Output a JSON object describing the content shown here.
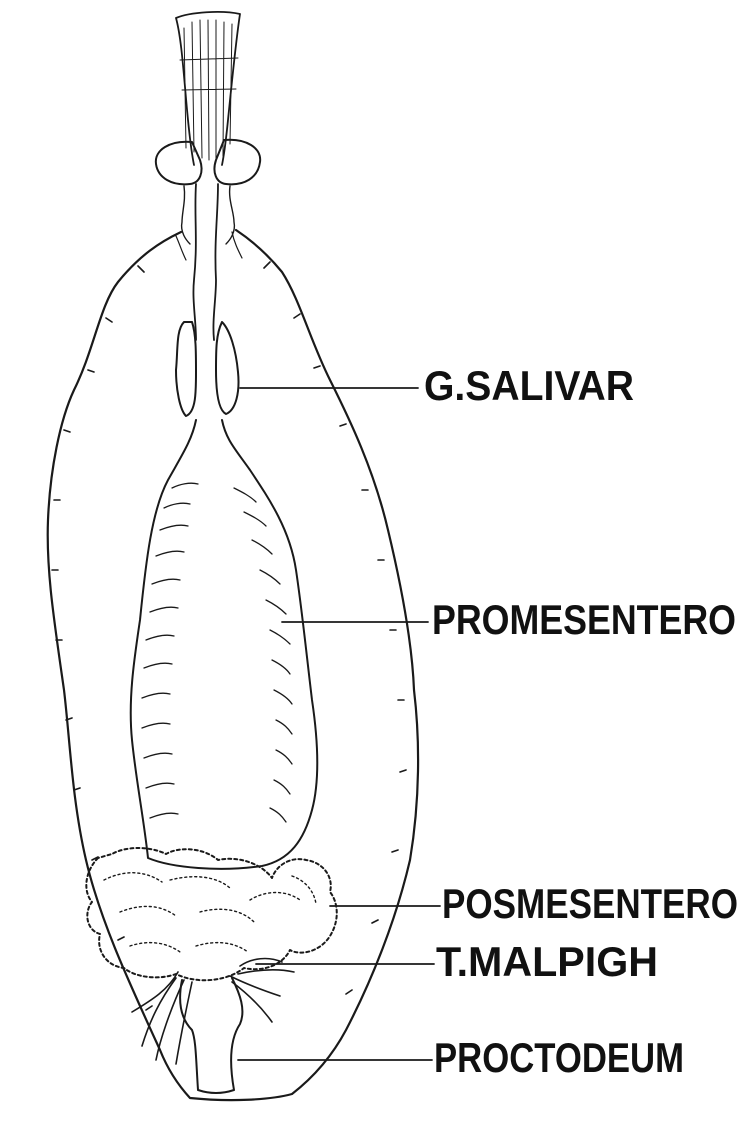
{
  "diagram": {
    "labels": {
      "salivary": "G.SALIVAR",
      "promesentero": "PROMESENTERO",
      "posmesentero": "POSMESENTERO",
      "malpigh": "T.MALPIGH",
      "proctodeum": "PROCTODEUM"
    }
  },
  "colors": {
    "ink": "#1a1a1a",
    "paper": "#ffffff"
  }
}
